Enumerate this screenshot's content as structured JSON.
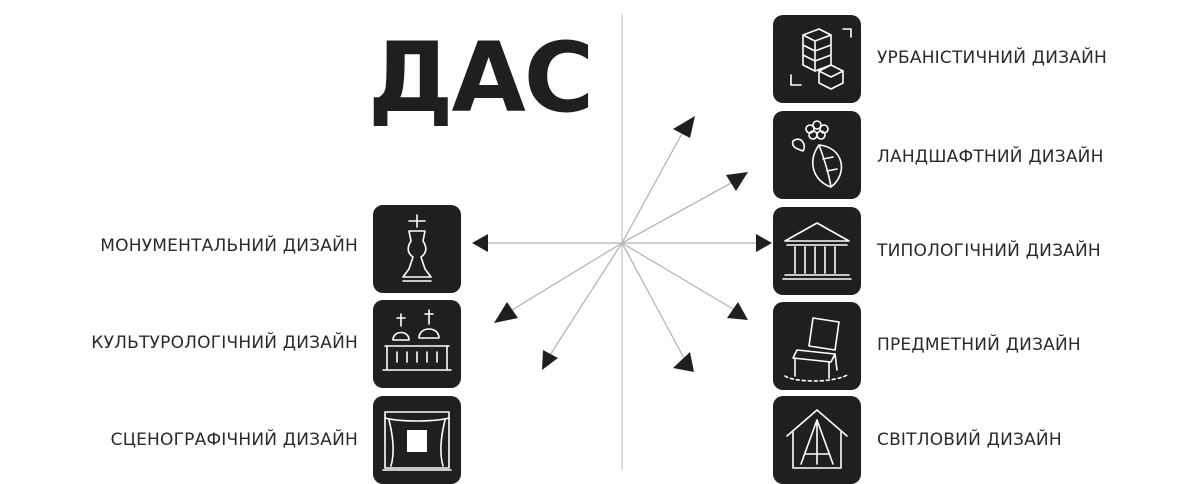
{
  "title": "ДАС",
  "left_items": [
    {
      "label": "МОНУМЕНТАЛЬНИЙ ДИЗАЙН",
      "icon": "monument-icon"
    },
    {
      "label": "КУЛЬТУРОЛОГІЧНИЙ ДИЗАЙН",
      "icon": "church-domes-icon"
    },
    {
      "label": "СЦЕНОГРАФІЧНИЙ ДИЗАЙН",
      "icon": "stage-curtain-icon"
    }
  ],
  "right_items": [
    {
      "label": "УРБАНІСТИЧНИЙ ДИЗАЙН",
      "icon": "city-blocks-icon"
    },
    {
      "label": "ЛАНДШАФТНИЙ ДИЗАЙН",
      "icon": "leaf-flower-icon"
    },
    {
      "label": "ТИПОЛОГІЧНИЙ ДИЗАЙН",
      "icon": "classical-building-icon"
    },
    {
      "label": "ПРЕДМЕТНИЙ ДИЗАЙН",
      "icon": "chair-icon"
    },
    {
      "label": "СВІТЛОВИЙ ДИЗАЙН",
      "icon": "lit-house-icon"
    }
  ],
  "colors": {
    "tile": "#1f1f1f",
    "line": "#b5b5b5",
    "arrow": "#1f1f1f",
    "text": "#2a2a2a"
  }
}
